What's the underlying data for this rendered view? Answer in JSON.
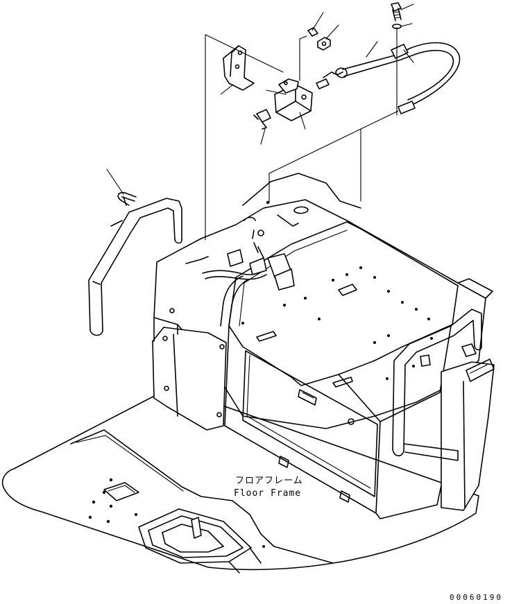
{
  "labels": {
    "floor_frame_jp": "フロアフレーム",
    "floor_frame_en": "Floor Frame"
  },
  "drawing_code": "00060190",
  "colors": {
    "line": "#000000",
    "background": "#ffffff"
  }
}
